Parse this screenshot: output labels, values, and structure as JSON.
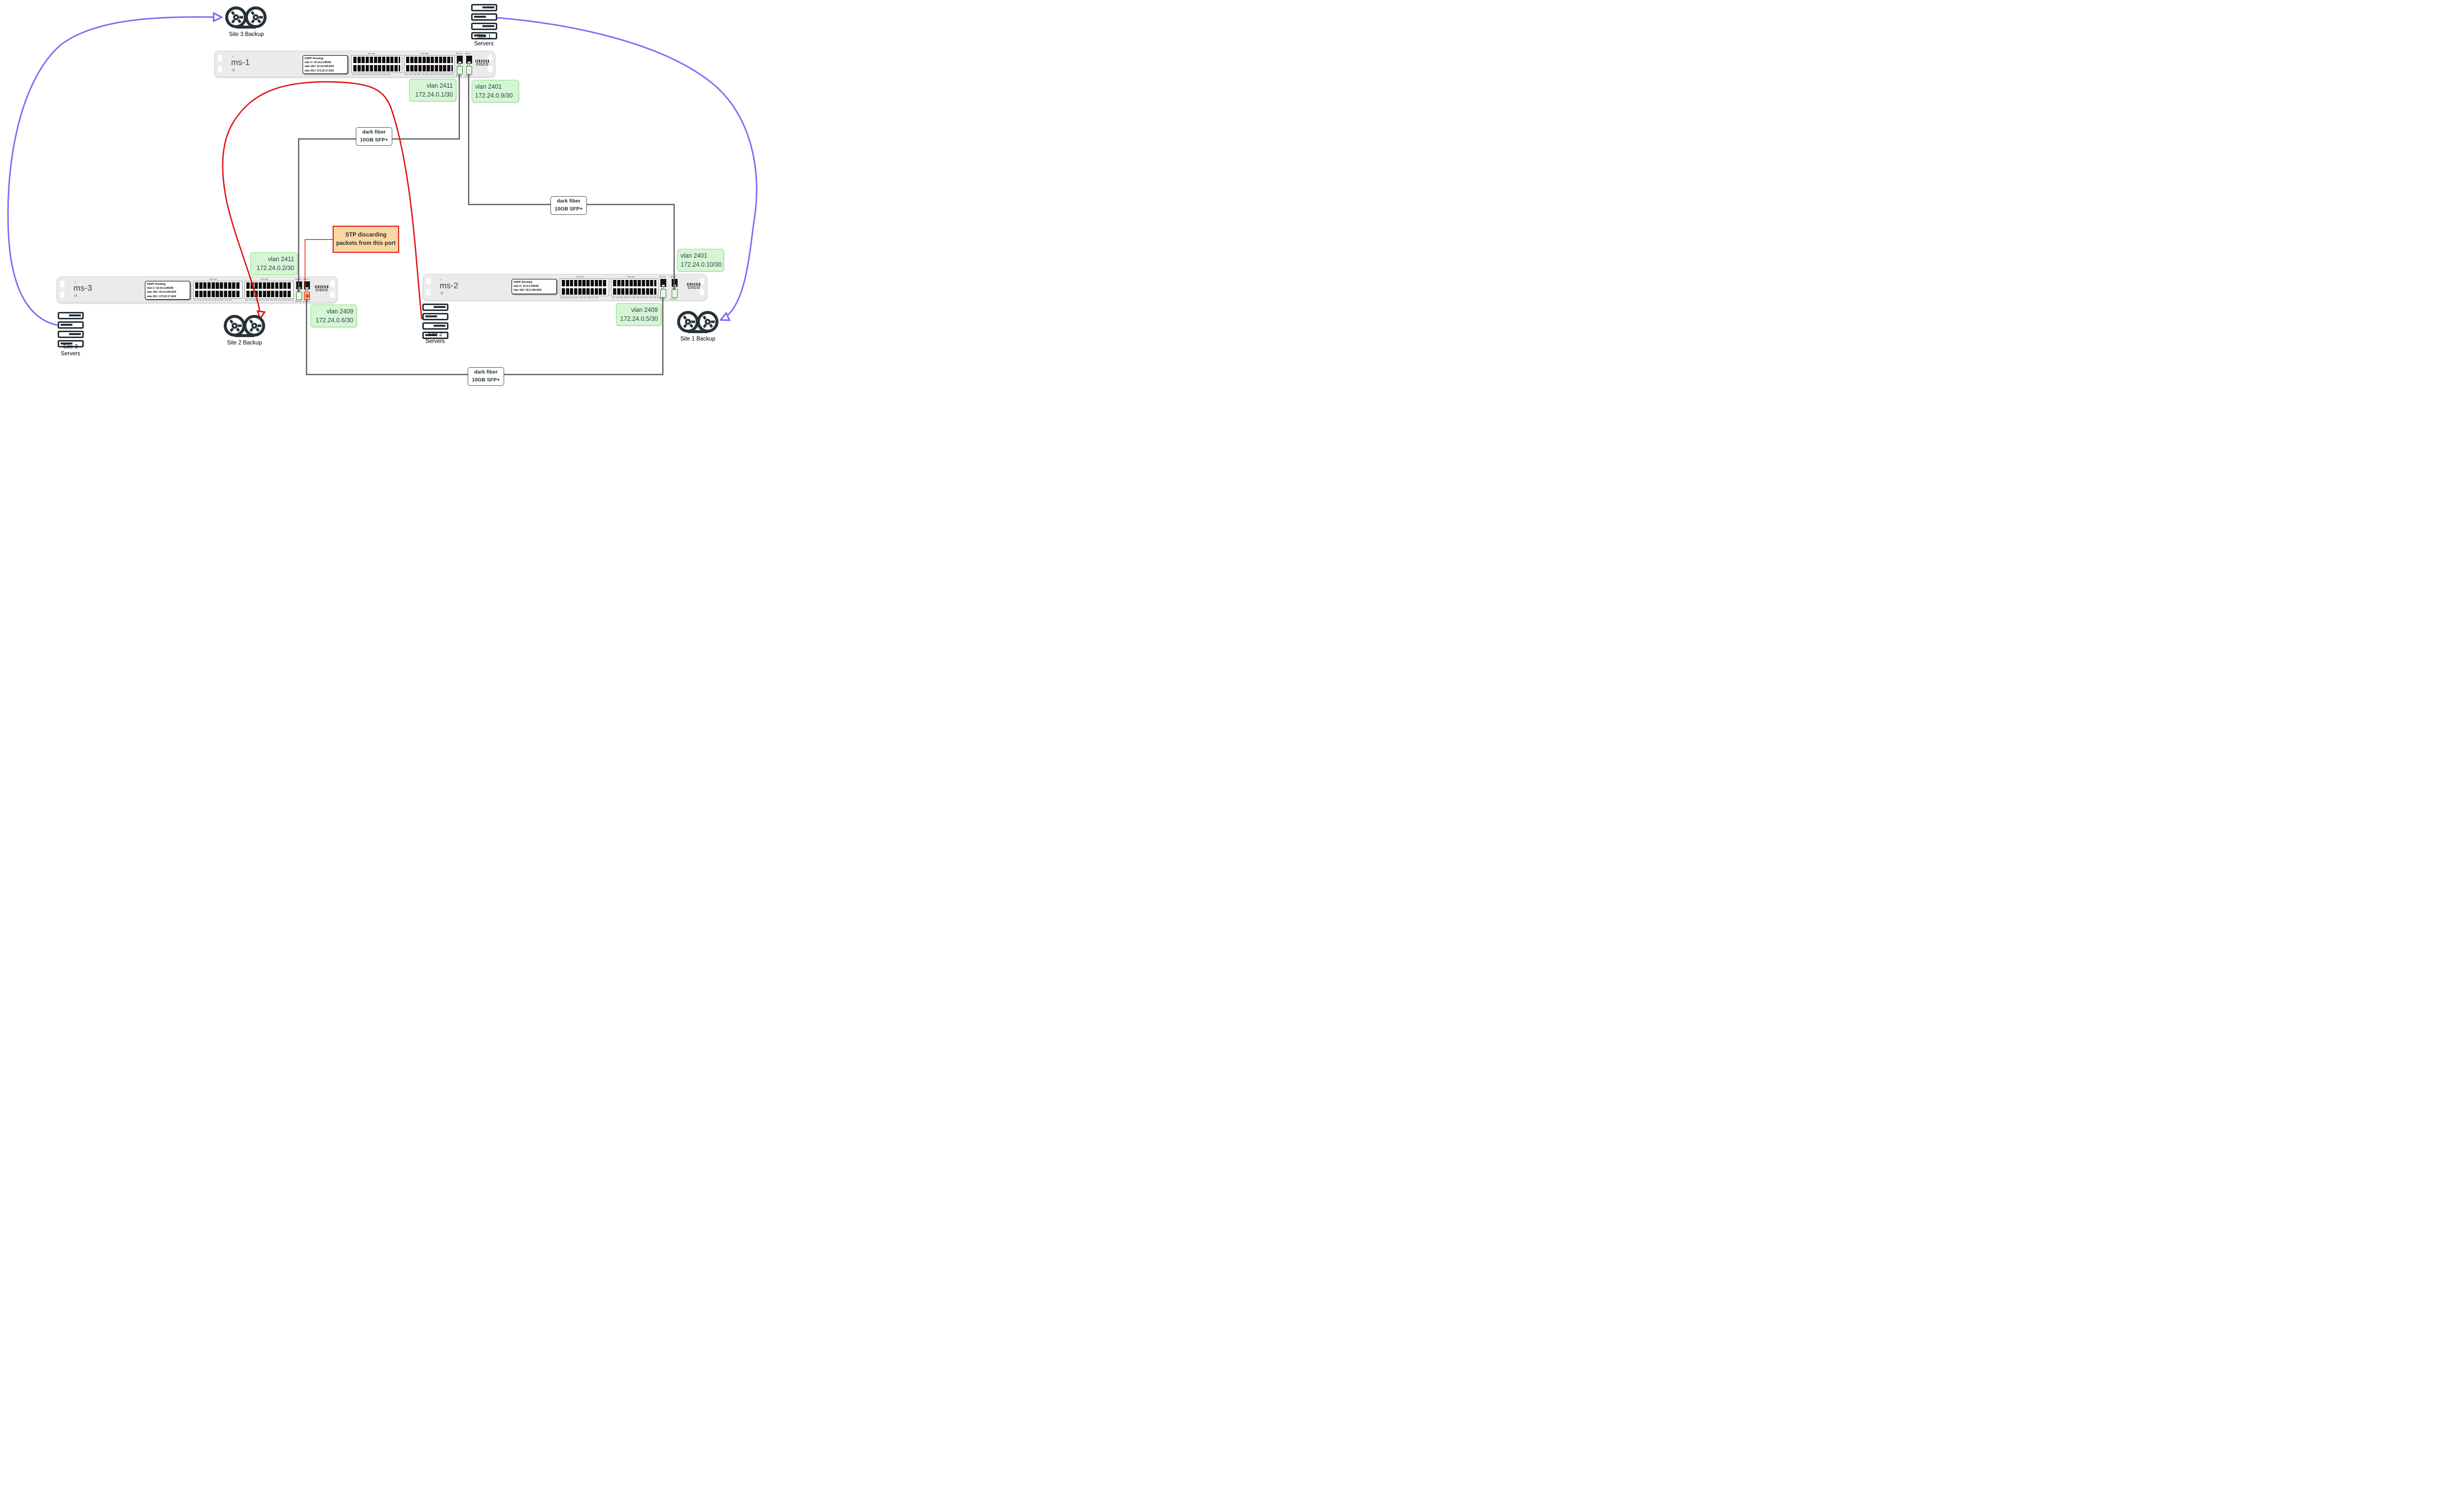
{
  "switches": [
    {
      "name": "ms-1",
      "reset_glyph": "↺",
      "ospf_title": "OSPF Routing",
      "ospf_lines": [
        "vlan 2 / 10.14.2.240/28",
        "vlan 100 / 10.14.100.0/24",
        "vlan 201 / 172.22.17.0/24"
      ],
      "bank1_header": "PoE GbE",
      "bank2_header": "PoE GbE",
      "bank1_ports": "1▴ 2▾ 3▴ 4▾ 5▴ 6▾ 7▴ 8▾ 9▴ 10▾ 11▴ 12▾",
      "bank2_ports": "13▴ 14▾ 15▴ 16▾ 17▴ 18▾ 19▴ 20▾ 21▴ 22▾ 23▴ 24▾",
      "sfp_top_left": "SFP 25",
      "sfp_top_right": "SFP 27",
      "sfp_bottom_left": "SFP 26",
      "sfp_bottom_right": "SFP 28",
      "sfp_arrows": "▲▼",
      "brand": "CISCO"
    },
    {
      "name": "ms-3",
      "reset_glyph": "↺",
      "ospf_title": "OSPF Routing",
      "ospf_lines": [
        "vlan 2 / 10.14.2.240/28",
        "vlan 100 / 10.14.100.0/24",
        "vlan 201 / 172.22.17.0/24"
      ],
      "bank1_header": "PoE GbE",
      "bank2_header": "PoE GbE",
      "bank1_ports": "1▴ 2▾ 3▴ 4▾ 5▴ 6▾ 7▴ 8▾ 9▴ 10▾ 11▴ 12▾",
      "bank2_ports": "13▴ 14▾ 15▴ 16▾ 17▴ 18▾ 19▴ 20▾ 21▴ 22▾ 23▴ 24▾",
      "sfp_top_left": "SFP 25",
      "sfp_top_right": "SFP 27",
      "sfp_bottom_left": "SFP 26",
      "sfp_bottom_right": "SFP 28",
      "sfp_arrows": "▲▼",
      "brand": "CISCO"
    },
    {
      "name": "ms-2",
      "reset_glyph": "↺",
      "ospf_title": "OSPF Routing",
      "ospf_lines": [
        "vlan 2 / 10.3.2.240/28",
        "vlan 100 / 10.3.100.0/24"
      ],
      "bank1_header": "PoE GbE",
      "bank2_header": "PoE GbE",
      "bank1_ports": "1▴ 2▾ 3▴ 4▾ 5▴ 6▾ 7▴ 8▾ 9▴ 10▾ 11▴ 12▾",
      "bank2_ports": "13▴ 14▾ 15▴ 16▾ 17▴ 18▾ 19▴ 20▾ 21▴ 22▾ 23▴ 24▾",
      "sfp_top_left": "SFP 25",
      "sfp_top_right": "SFP 27",
      "sfp_bottom_left": "SFP 26",
      "sfp_bottom_right": "SFP 28",
      "sfp_arrows": "▲▼",
      "brand": "CISCO"
    }
  ],
  "vlan_labels": [
    {
      "line1": "vlan 2411",
      "line2": "172.24.0.1/30"
    },
    {
      "line1": "vlan 2401",
      "line2": "172.24.0.9/30"
    },
    {
      "line1": "vlan 2411",
      "line2": "172.24.0.2/30"
    },
    {
      "line1": "vlan 2409",
      "line2": "172.24.0.6/30"
    },
    {
      "line1": "vlan 2401",
      "line2": "172.24.0.10/30"
    },
    {
      "line1": "vlan 2409",
      "line2": "172.24.0.5/30"
    }
  ],
  "fiber_labels": [
    {
      "line1": "dark fiber",
      "line2": "10GB SFP+"
    },
    {
      "line1": "dark fiber",
      "line2": "10GB SFP+"
    },
    {
      "line1": "dark fiber",
      "line2": "10GB SFP+"
    }
  ],
  "stp_note": {
    "line1": "STP discarding",
    "line2": "packets from this port"
  },
  "sites": {
    "site3_backup": {
      "label": "Site 3 Backup"
    },
    "site1_servers": {
      "line1": "Site 1",
      "line2": "Servers"
    },
    "site3_servers": {
      "line1": "Site 3",
      "line2": "Servers"
    },
    "site2_backup": {
      "label": "Site 2 Backup"
    },
    "site2_servers": {
      "line1": "Site 2",
      "line2": "Servers"
    },
    "site1_backup": {
      "label": "Site 1 Backup"
    }
  },
  "colors": {
    "vlan_label_bg": "#d5f6d5",
    "vlan_label_border": "#7fe27f",
    "fiber_line": "#5c5c5c",
    "red_line": "#e01212",
    "purple_line": "#7a70f5",
    "stp_bg": "#fbd7a1",
    "blocked_module_bg": "#f6bf7c",
    "sfp_module_border": "#1d8a1d",
    "icon_ink": "#263238"
  }
}
